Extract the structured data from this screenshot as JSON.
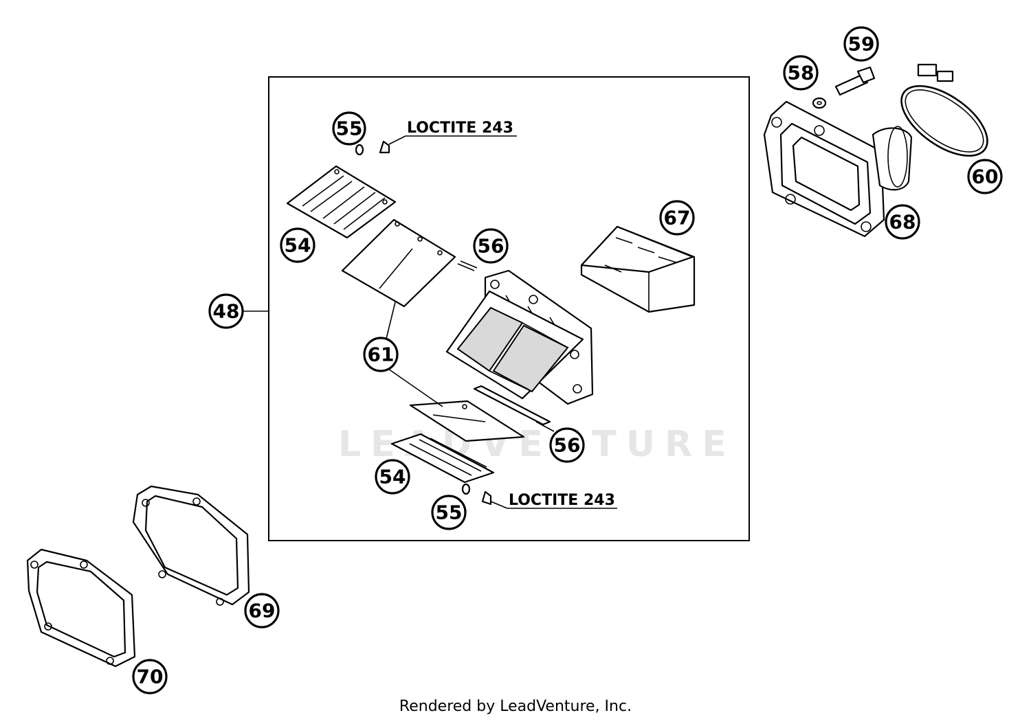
{
  "diagram": {
    "notes": {
      "loctite_top": "LOCTITE 243",
      "loctite_bottom": "LOCTITE 243"
    },
    "callouts": {
      "c48": "48",
      "c54a": "54",
      "c54b": "54",
      "c55a": "55",
      "c55b": "55",
      "c56a": "56",
      "c56b": "56",
      "c58": "58",
      "c59a": "59",
      "c59b": "69",
      "c60": "60",
      "c61": "61",
      "c67": "67",
      "c68": "68",
      "c70": "70"
    },
    "watermark": "LEADVENTURE"
  },
  "footer": {
    "text": "Rendered by LeadVenture, Inc."
  }
}
